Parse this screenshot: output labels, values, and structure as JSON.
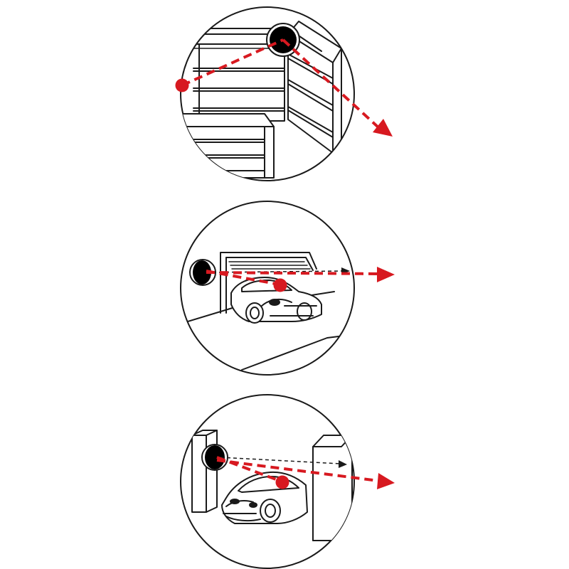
{
  "colors": {
    "beam": "#d71920",
    "ink": "#1a1a1a",
    "sensor": "#000000",
    "background": "#ffffff"
  },
  "scenes": [
    {
      "name": "warehouse-shelves",
      "icons": [
        "sensor-icon",
        "shelf-icon",
        "target-dot-icon",
        "beam-arrow-icon"
      ]
    },
    {
      "name": "garage-door",
      "icons": [
        "sensor-icon",
        "garage-door-icon",
        "car-icon",
        "target-dot-icon",
        "beam-arrow-icon"
      ]
    },
    {
      "name": "gate-passage",
      "icons": [
        "sensor-icon",
        "gate-pillar-icon",
        "car-icon",
        "target-dot-icon",
        "beam-arrow-icon"
      ]
    }
  ]
}
